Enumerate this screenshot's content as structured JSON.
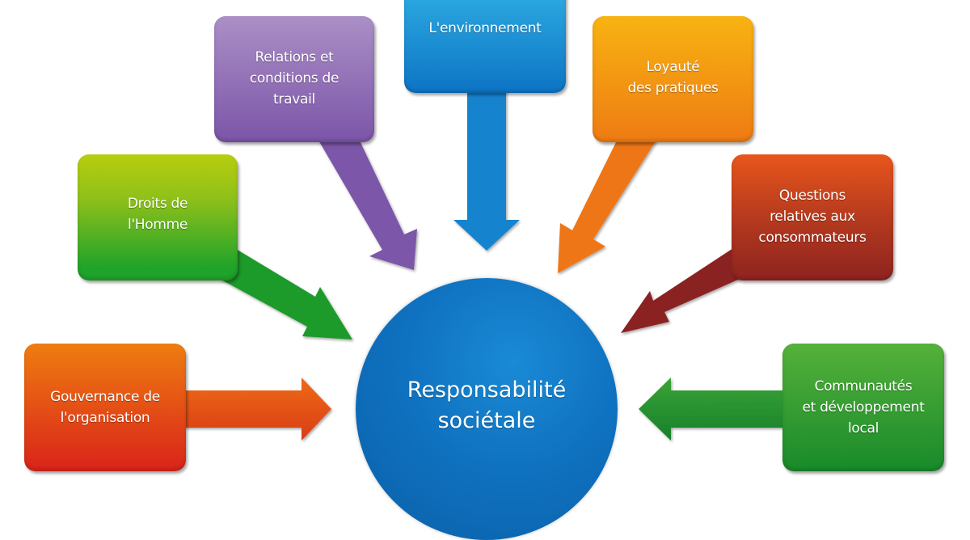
{
  "diagram": {
    "title": "Responsabilité sociétale",
    "center": {
      "label": "Responsabilité\nsociétale",
      "color": "#0f72c0"
    },
    "topics": [
      {
        "id": "gouvernance",
        "label": "Gouvernance de\nl'organisation",
        "color_top": "#ef7d10",
        "color_bottom": "#d9231a",
        "arrow_color": "#e0501a"
      },
      {
        "id": "droits-homme",
        "label": "Droits de\nl'Homme",
        "color_top": "#b4cc10",
        "color_bottom": "#1fa32a",
        "arrow_color": "#22a030"
      },
      {
        "id": "relations-travail",
        "label": "Relations et\nconditions de\ntravail",
        "color_top": "#a98bc4",
        "color_bottom": "#7b55a8",
        "arrow_color": "#7e58a8"
      },
      {
        "id": "environnement",
        "label": "L'environnement",
        "color_top": "#29a8e2",
        "color_bottom": "#0d74c4",
        "arrow_color": "#1383ce"
      },
      {
        "id": "loyaute-pratiques",
        "label": "Loyauté\ndes pratiques",
        "color_top": "#f7ad12",
        "color_bottom": "#ee7b13",
        "arrow_color": "#ee7614"
      },
      {
        "id": "consommateurs",
        "label": "Questions\nrelatives aux\nconsommateurs",
        "color_top": "#e8561c",
        "color_bottom": "#96241e",
        "arrow_color": "#8e2520"
      },
      {
        "id": "communautes",
        "label": "Communautés\net développement\nlocal",
        "color_top": "#55b13a",
        "color_bottom": "#188a2a",
        "arrow_color": "#23922e"
      }
    ]
  }
}
